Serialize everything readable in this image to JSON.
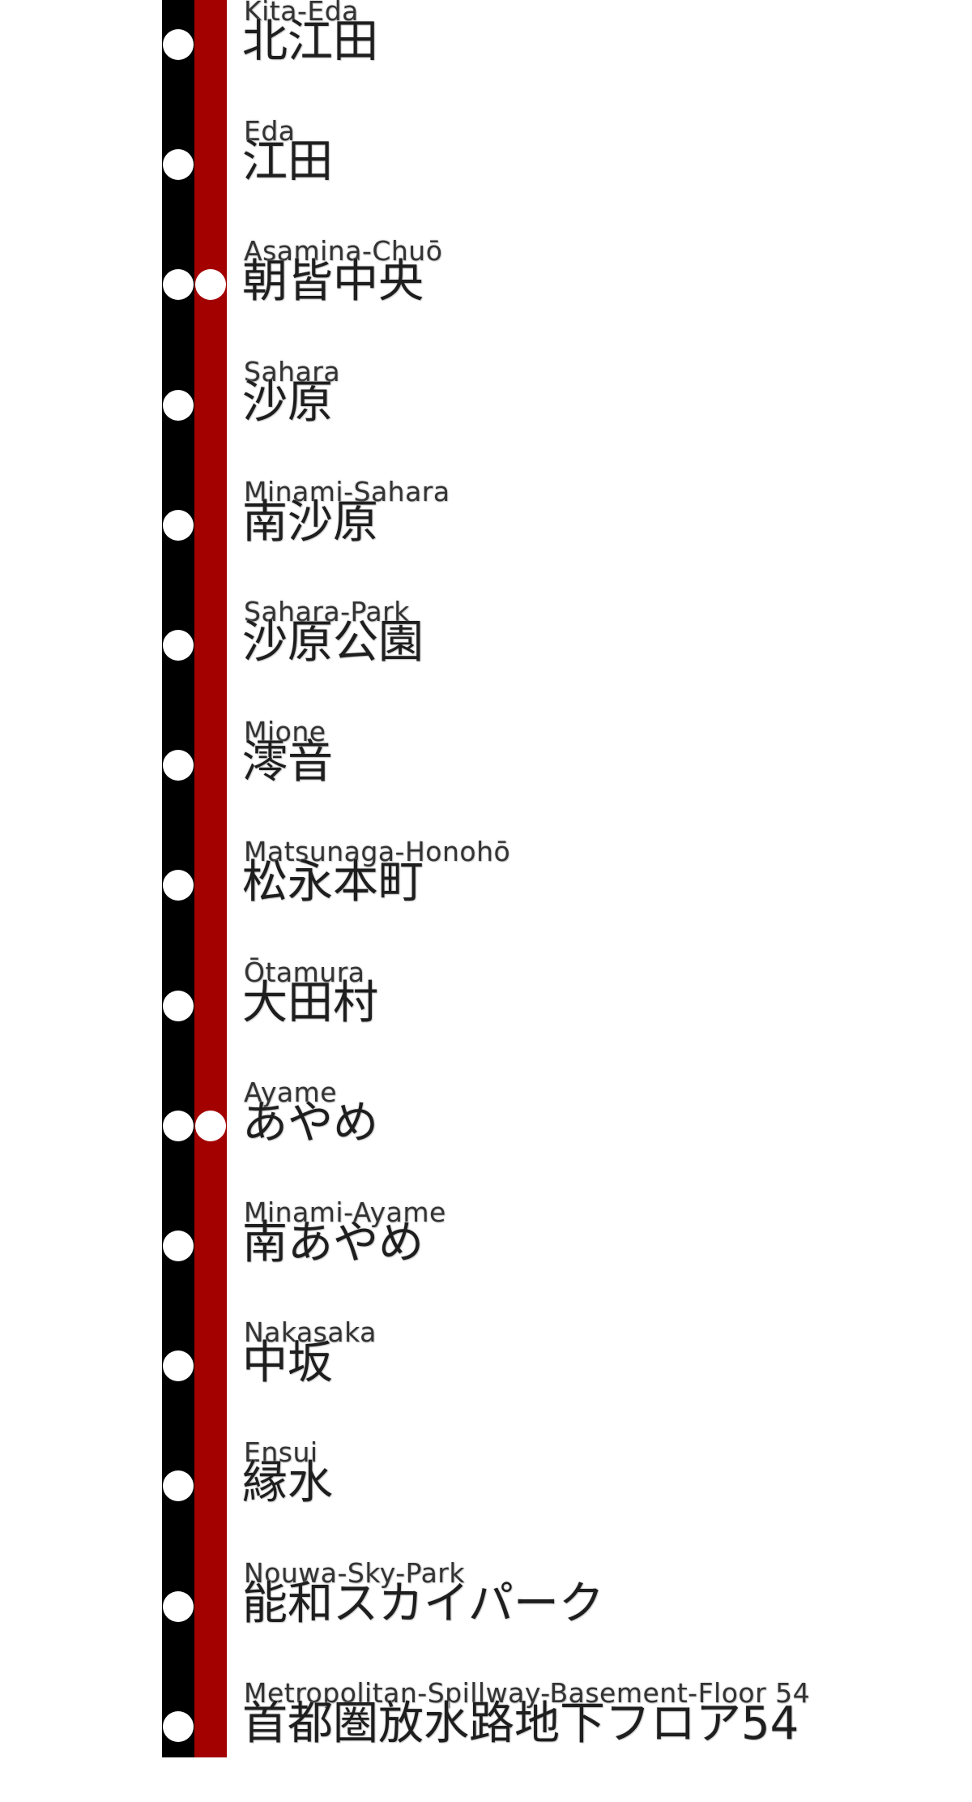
{
  "colors": {
    "background": "#ffffff",
    "line_black": "#000000",
    "line_red": "#a30000",
    "station_dot": "#ffffff"
  },
  "stations": [
    {
      "en": "Kita-Eda",
      "ja": "北江田",
      "transfer": false
    },
    {
      "en": "Eda",
      "ja": "江田",
      "transfer": false
    },
    {
      "en": "Asamina-Chuō",
      "ja": "朝皆中央",
      "transfer": true
    },
    {
      "en": "Sahara",
      "ja": "沙原",
      "transfer": false
    },
    {
      "en": "Minami-Sahara",
      "ja": "南沙原",
      "transfer": false
    },
    {
      "en": "Sahara-Park",
      "ja": "沙原公園",
      "transfer": false
    },
    {
      "en": "Mione",
      "ja": "澪音",
      "transfer": false
    },
    {
      "en": "Matsunaga-Honohō",
      "ja": "松永本町",
      "transfer": false
    },
    {
      "en": "Ōtamura",
      "ja": "大田村",
      "transfer": false
    },
    {
      "en": "Ayame",
      "ja": "あやめ",
      "transfer": true
    },
    {
      "en": "Minami-Ayame",
      "ja": "南あやめ",
      "transfer": false
    },
    {
      "en": "Nakasaka",
      "ja": "中坂",
      "transfer": false
    },
    {
      "en": "Ensui",
      "ja": "縁水",
      "transfer": false
    },
    {
      "en": "Nouwa-Sky-Park",
      "ja": "能和スカイパーク",
      "transfer": false
    },
    {
      "en": "Metropolitan-Spillway-Basement-Floor 54",
      "ja": "首都圏放水路地下フロア54",
      "transfer": false
    }
  ]
}
